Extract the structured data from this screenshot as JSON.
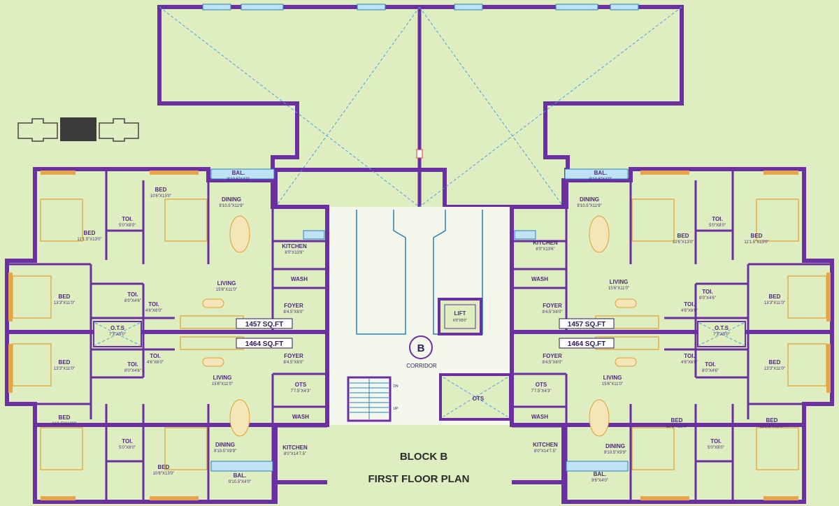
{
  "plan": {
    "block_title": "BLOCK  B",
    "floor_title": "FIRST FLOOR PLAN",
    "block_letter": "B",
    "corridor_label": "CORRIDOR",
    "lift": {
      "name": "LIFT",
      "dim": "6'0\"X5'0\""
    },
    "ots_center": "OTS",
    "stair_dn": "DN",
    "stair_up": "UP",
    "units": {
      "upper_area": "1457 SQ.FT",
      "lower_area": "1464 SQ.FT"
    },
    "upper_rooms": [
      {
        "name": "BAL.",
        "dim": "9'10.5\"X4'0\""
      },
      {
        "name": "BED",
        "dim": "10'6\"X13'0\""
      },
      {
        "name": "DINING",
        "dim": "9'10.5\"X11'9\""
      },
      {
        "name": "TOI.",
        "dim": "5'0\"X8'0\""
      },
      {
        "name": "BED",
        "dim": "11'1.5\"X13'0\""
      },
      {
        "name": "KITCHEN",
        "dim": "8'0\"X13'6\""
      },
      {
        "name": "WASH",
        "dim": ""
      },
      {
        "name": "LIVING",
        "dim": "15'6\"X11'0\""
      },
      {
        "name": "BED",
        "dim": "13'3\"X11'0\""
      },
      {
        "name": "TOI.",
        "dim": "8'0\"X4'6\""
      },
      {
        "name": "TOI.",
        "dim": "4'6\"X6'0\""
      },
      {
        "name": "FOYER",
        "dim": "8'4.5\"X6'0\""
      }
    ],
    "lower_rooms": [
      {
        "name": "O.T.S",
        "dim": "7'3\"X5'0\""
      },
      {
        "name": "BED",
        "dim": "13'3\"X11'0\""
      },
      {
        "name": "TOI.",
        "dim": "4'6\"X6'0\""
      },
      {
        "name": "TOI.",
        "dim": "8'0\"X4'6\""
      },
      {
        "name": "FOYER",
        "dim": "8'4.5\"X6'0\""
      },
      {
        "name": "LIVING",
        "dim": "15'6\"X11'0\""
      },
      {
        "name": "OTS",
        "dim": "7'7.5\"X4'3\""
      },
      {
        "name": "WASH",
        "dim": ""
      },
      {
        "name": "BED",
        "dim": "11'1.5\"X13'0\""
      },
      {
        "name": "TOI.",
        "dim": "5'0\"X8'0\""
      },
      {
        "name": "DINING",
        "dim": "9'10.5\"X9'9\""
      },
      {
        "name": "KITCHEN",
        "dim": "8'0\"X14'7.5\""
      },
      {
        "name": "BED",
        "dim": "10'6\"X13'0\""
      },
      {
        "name": "BAL.",
        "dim": "9'10.5\"X4'0\""
      }
    ],
    "right_lower_bal": {
      "name": "BAL.",
      "dim": "9'6\"X4'0\""
    }
  }
}
